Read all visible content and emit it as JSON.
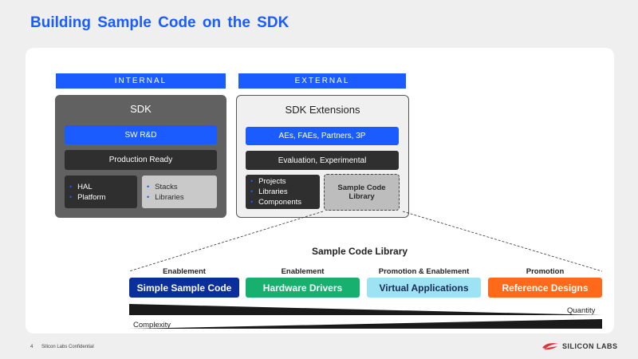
{
  "title": "Building Sample Code on the SDK",
  "internal": {
    "tag": "INTERNAL",
    "panel_title": "SDK",
    "row1": "SW R&D",
    "row2": "Production Ready",
    "left_items": [
      "HAL",
      "Platform"
    ],
    "right_items": [
      "Stacks",
      "Libraries"
    ]
  },
  "external": {
    "tag": "EXTERNAL",
    "panel_title": "SDK Extensions",
    "row1": "AEs, FAEs, Partners, 3P",
    "row2": "Evaluation, Experimental",
    "left_items": [
      "Projects",
      "Libraries",
      "Components"
    ],
    "highlight_line1": "Sample Code",
    "highlight_line2": "Library"
  },
  "library": {
    "title": "Sample Code Library",
    "categories": [
      {
        "label": "Enablement",
        "box": "Simple Sample Code",
        "color": "#0a2f9a",
        "text_color": "#ffffff"
      },
      {
        "label": "Enablement",
        "box": "Hardware Drivers",
        "color": "#17b06f",
        "text_color": "#ffffff"
      },
      {
        "label": "Promotion & Enablement",
        "box": "Virtual Applications",
        "color": "#9ee3f4",
        "text_color": "#1a2a55"
      },
      {
        "label": "Promotion",
        "box": "Reference Designs",
        "color": "#ff6a1a",
        "text_color": "#ffffff"
      }
    ],
    "quantity_label": "Quantity",
    "complexity_label": "Complexity"
  },
  "footer": {
    "page_number": "4",
    "text": "Silicon Labs Confidential",
    "logo_text": "SILICON LABS"
  },
  "colors": {
    "accent": "#1a5cff",
    "dark_panel": "#616161"
  }
}
